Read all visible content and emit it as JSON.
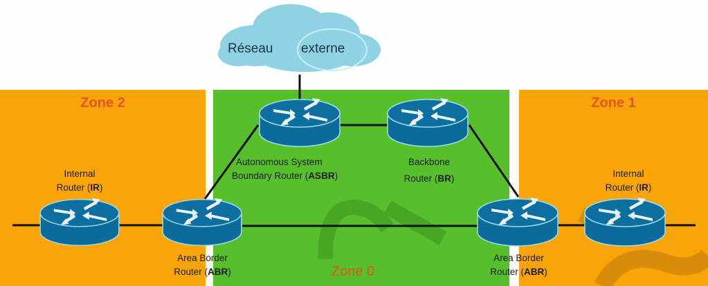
{
  "cloud": {
    "label_left": "Réseau",
    "label_right": "externe"
  },
  "zones": {
    "zone2": {
      "title": "Zone 2",
      "color": "#f9a50a"
    },
    "zone0": {
      "title": "Zone 0",
      "color": "#57bf2b"
    },
    "zone1": {
      "title": "Zone 1",
      "color": "#f9a50a"
    }
  },
  "routers": {
    "ir_left": {
      "line1": "Internal",
      "line2_pre": "Router (",
      "line2_abbr": "IR",
      "line2_post": ")"
    },
    "abr_left": {
      "line1": "Area Border",
      "line2_pre": "Router (",
      "line2_abbr": "ABR",
      "line2_post": ")"
    },
    "asbr": {
      "line1": "Autonomous System",
      "line2_pre": "Boundary  Router (",
      "line2_abbr": "ASBR",
      "line2_post": ")"
    },
    "br": {
      "line1": "Backbone",
      "line2_pre": "Router (",
      "line2_abbr": "BR",
      "line2_post": ")"
    },
    "abr_right": {
      "line1": "Area Border",
      "line2_pre": "Router (",
      "line2_abbr": "ABR",
      "line2_post": ")"
    },
    "ir_right": {
      "line1": "Internal",
      "line2_pre": "Router (",
      "line2_abbr": "IR",
      "line2_post": ")"
    }
  },
  "colors": {
    "router_body": "#0b6c9c",
    "router_edge": "#9fdcec",
    "zone_title": "#e4551b",
    "link": "#111111",
    "cloud": "#8fd2e3"
  }
}
